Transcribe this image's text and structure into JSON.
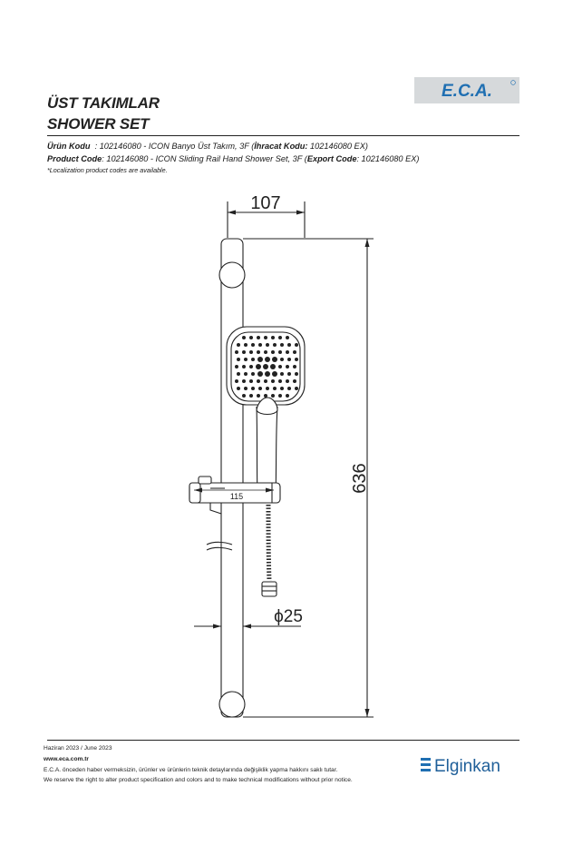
{
  "header": {
    "title_tr": "ÜST TAKIMLAR",
    "title_en": "SHOWER SET",
    "brand_logo": "E.C.A."
  },
  "product": {
    "tr_label": "Ürün Kodu",
    "tr_sep": "  : ",
    "tr_text": "102146080 - ICON Banyo Üst Takım, 3F (",
    "tr_export_label": "İhracat Kodu:",
    "tr_export_value": " 102146080 EX)",
    "en_label": "Product Code",
    "en_sep": ": ",
    "en_text": "102146080 - ICON Sliding Rail Hand Shower Set, 3F (",
    "en_export_label": "Export Code",
    "en_export_value": ": 102146080 EX)",
    "note": "*Localization product codes are available."
  },
  "dimensions": {
    "width_top": "107",
    "total_height": "636",
    "holder": "115",
    "diameter": "ϕ25"
  },
  "footer": {
    "date": "Haziran 2023 / June 2023",
    "website": "www.eca.com.tr",
    "disclaimer_tr": "E.C.A. önceden haber vermeksizin, ürünler ve ürünlerin teknik detaylarında değişiklik yapma hakkını saklı tutar.",
    "disclaimer_en": "We reserve the right to alter product specification and colors and to make technical modifications without prior notice.",
    "partner_logo": "Elginkan"
  },
  "colors": {
    "brand_blue": "#1f6fb2",
    "logo_bg": "#d6d9db",
    "line": "#222222"
  }
}
